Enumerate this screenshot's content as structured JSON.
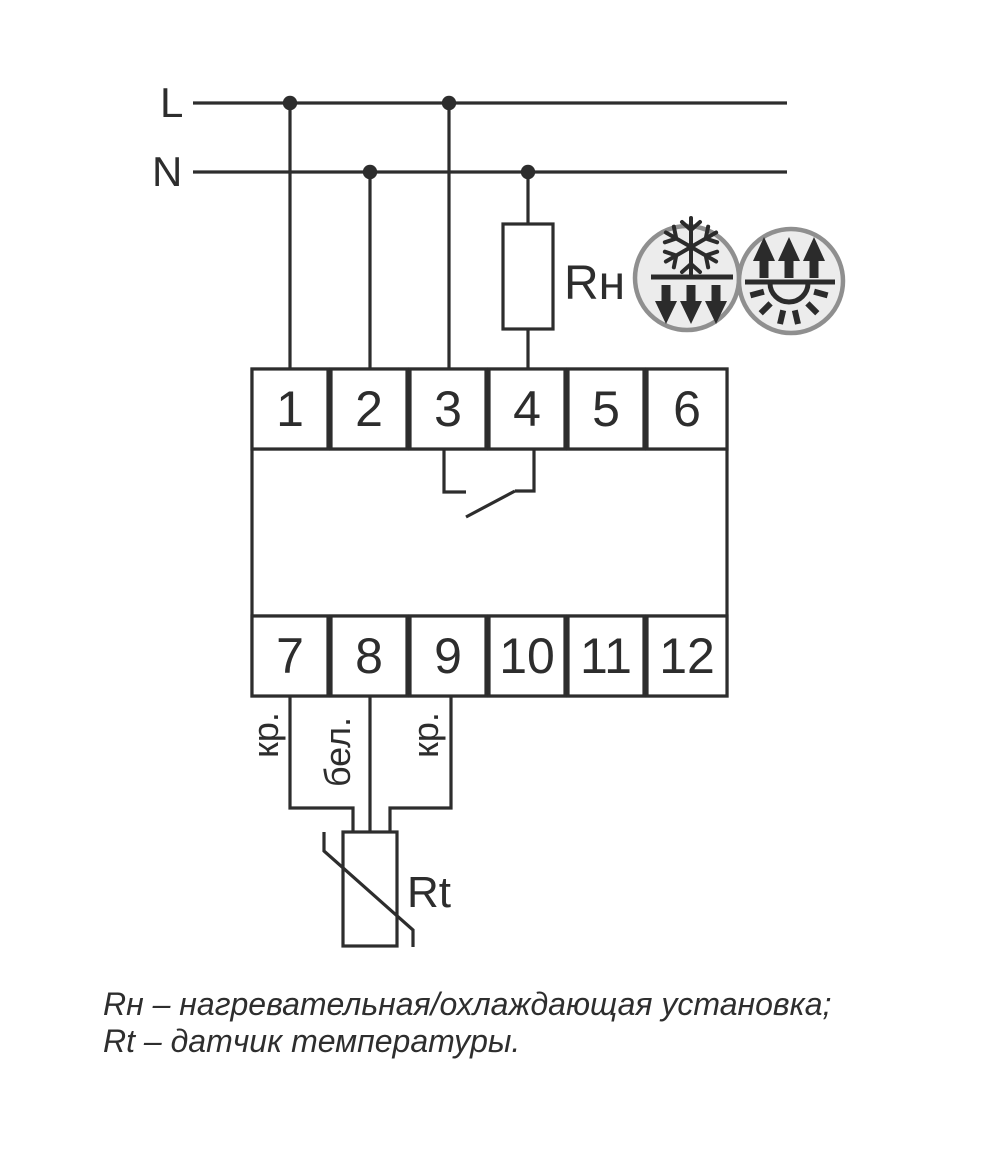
{
  "diagram": {
    "bus_labels": {
      "live": "L",
      "neutral": "N"
    },
    "load": {
      "label": "Rн"
    },
    "sensor": {
      "label": "Rt"
    },
    "terminals": {
      "top": [
        "1",
        "2",
        "3",
        "4",
        "5",
        "6"
      ],
      "bottom": [
        "7",
        "8",
        "9",
        "10",
        "11",
        "12"
      ]
    },
    "wires": {
      "labels": [
        "кр.",
        "бел.",
        "кр."
      ]
    },
    "icons": {
      "left": "snowflake-cooling-icon",
      "right": "sun-heating-icon"
    },
    "legend": {
      "line1": "Rн – нагревательная/охлаждающая установка;",
      "line2": "Rt – датчик температуры."
    },
    "colors": {
      "line": "#2d2d2d",
      "icon_fill": "#ececec",
      "icon_stroke": "#8f8f8f"
    }
  }
}
